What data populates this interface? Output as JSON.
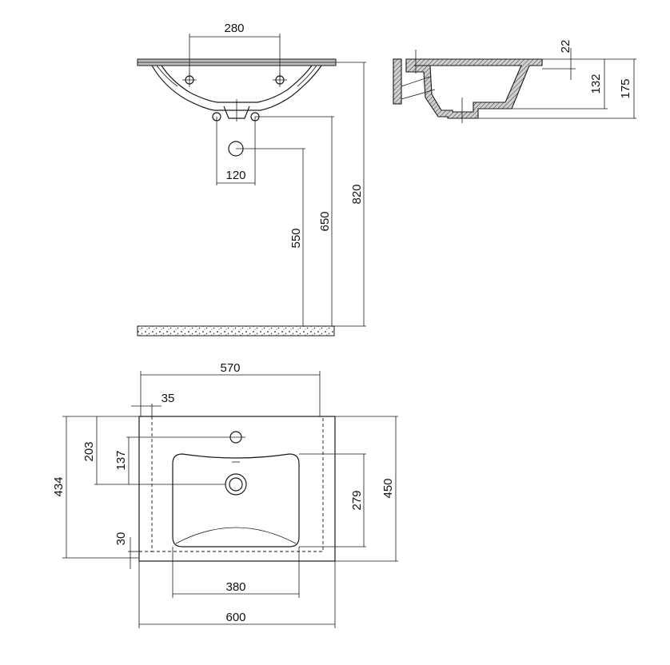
{
  "dimensions": {
    "front": {
      "hole_spacing": "280",
      "waste_spacing": "120",
      "h_550": "550",
      "h_650": "650",
      "h_820": "820"
    },
    "side": {
      "d_22": "22",
      "d_132": "132",
      "d_175": "175"
    },
    "top": {
      "w_570": "570",
      "w_35": "35",
      "d_203": "203",
      "d_137": "137",
      "d_434": "434",
      "d_450": "450",
      "d_279": "279",
      "d_30": "30",
      "w_380": "380",
      "w_600": "600"
    }
  },
  "colors": {
    "line": "#1a1a1a",
    "fill_gray": "#bdbdbd",
    "background": "#ffffff"
  }
}
